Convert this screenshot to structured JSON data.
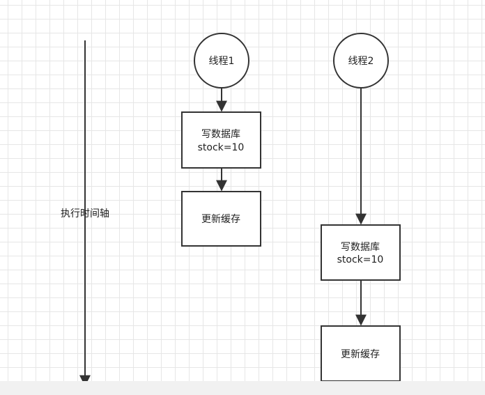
{
  "diagram": {
    "axis_label": "执行时间轴",
    "thread1": {
      "label": "线程1",
      "write_db_line1": "写数据库",
      "write_db_line2": "stock=10",
      "update_cache": "更新缓存"
    },
    "thread2": {
      "label": "线程2",
      "write_db_line1": "写数据库",
      "write_db_line2": "stock=10",
      "update_cache": "更新缓存"
    }
  },
  "colors": {
    "stroke": "#333333",
    "text": "#1f1f1f",
    "grid": "#e6e6e6",
    "bottom_bar": "#f1f1f1"
  }
}
